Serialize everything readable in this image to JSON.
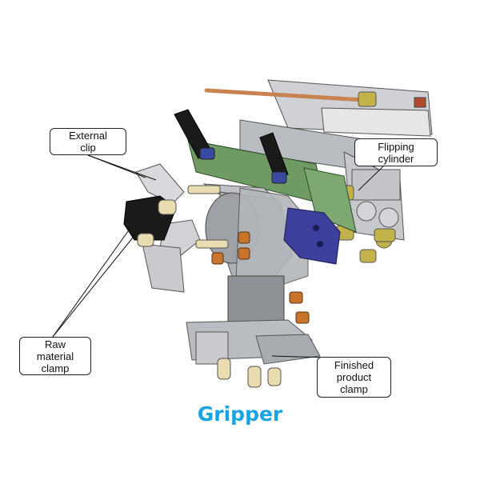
{
  "title": "Gripper",
  "labels": {
    "external_clip": "External\nclip",
    "flipping_cylinder": "Flipping\ncylinder",
    "raw_material_clamp": "Raw\nmaterial\nclamp",
    "finished_product_clamp": "Finished\nproduct\nclamp"
  },
  "colors": {
    "title": "#17a4e0",
    "frame_gray": "#b9bcc0",
    "green_plate": "#6f9a63",
    "blue_block": "#3d3f9c",
    "brass_fitting": "#c2b24a",
    "black_cylinder": "#1a1a1a",
    "copper_rod": "#c98352",
    "orange_fitting": "#c8742a"
  }
}
